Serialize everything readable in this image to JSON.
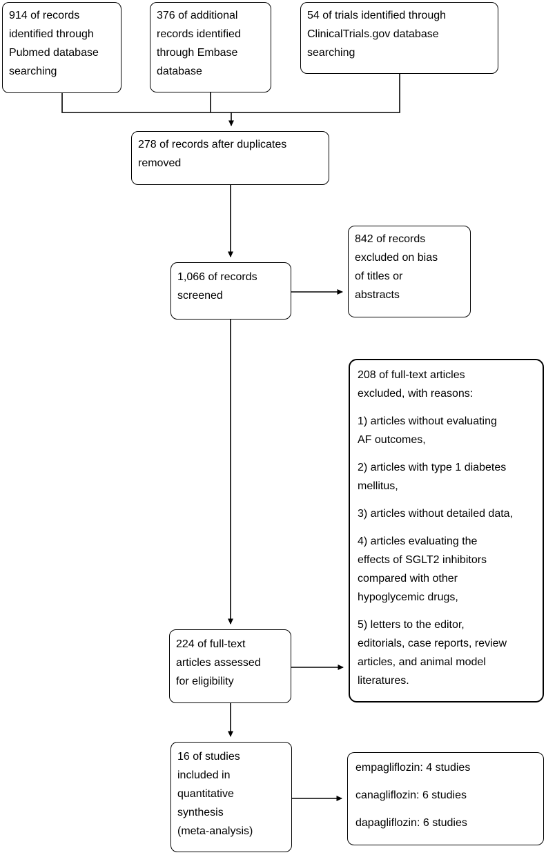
{
  "colors": {
    "line": "#000000",
    "box_border": "#000000",
    "background": "#ffffff",
    "text": "#000000"
  },
  "flowchart": {
    "identification": {
      "pubmed": {
        "text": "914 of records\nidentified through\nPubmed database\nsearching"
      },
      "embase": {
        "text": "376 of additional\nrecords identified\nthrough Embase\ndatabase"
      },
      "clinicaltrials": {
        "text": "54 of trials identified through\nClinicalTrials.gov database\nsearching"
      }
    },
    "screening": {
      "duplicates_removed": {
        "text": "278 of records after duplicates\nremoved"
      },
      "records_screened": {
        "text": "1,066 of records\nscreened"
      },
      "records_excluded": {
        "text": "842 of records\nexcluded on bias\nof titles or\nabstracts"
      }
    },
    "eligibility": {
      "fulltext_assessed": {
        "text": "224 of full-text\narticles assessed\nfor eligibility"
      },
      "fulltext_excluded": {
        "paragraphs": [
          "208 of full-text articles\nexcluded, with reasons:",
          "1) articles without evaluating\nAF outcomes,",
          "2) articles with type 1 diabetes\nmellitus,",
          "3) articles without detailed data,",
          "4) articles evaluating the\neffects of SGLT2 inhibitors\ncompared with other\nhypoglycemic drugs,",
          "5) letters to the editor,\neditorials, case reports, review\narticles, and animal model\nliteratures."
        ]
      }
    },
    "included": {
      "studies_included": {
        "text": "16 of studies\nincluded in\nquantitative\nsynthesis\n(meta-analysis)"
      },
      "studies_breakdown": {
        "paragraphs": [
          "empagliflozin: 4 studies",
          "canagliflozin: 6 studies",
          "dapagliflozin: 6 studies"
        ]
      }
    }
  }
}
